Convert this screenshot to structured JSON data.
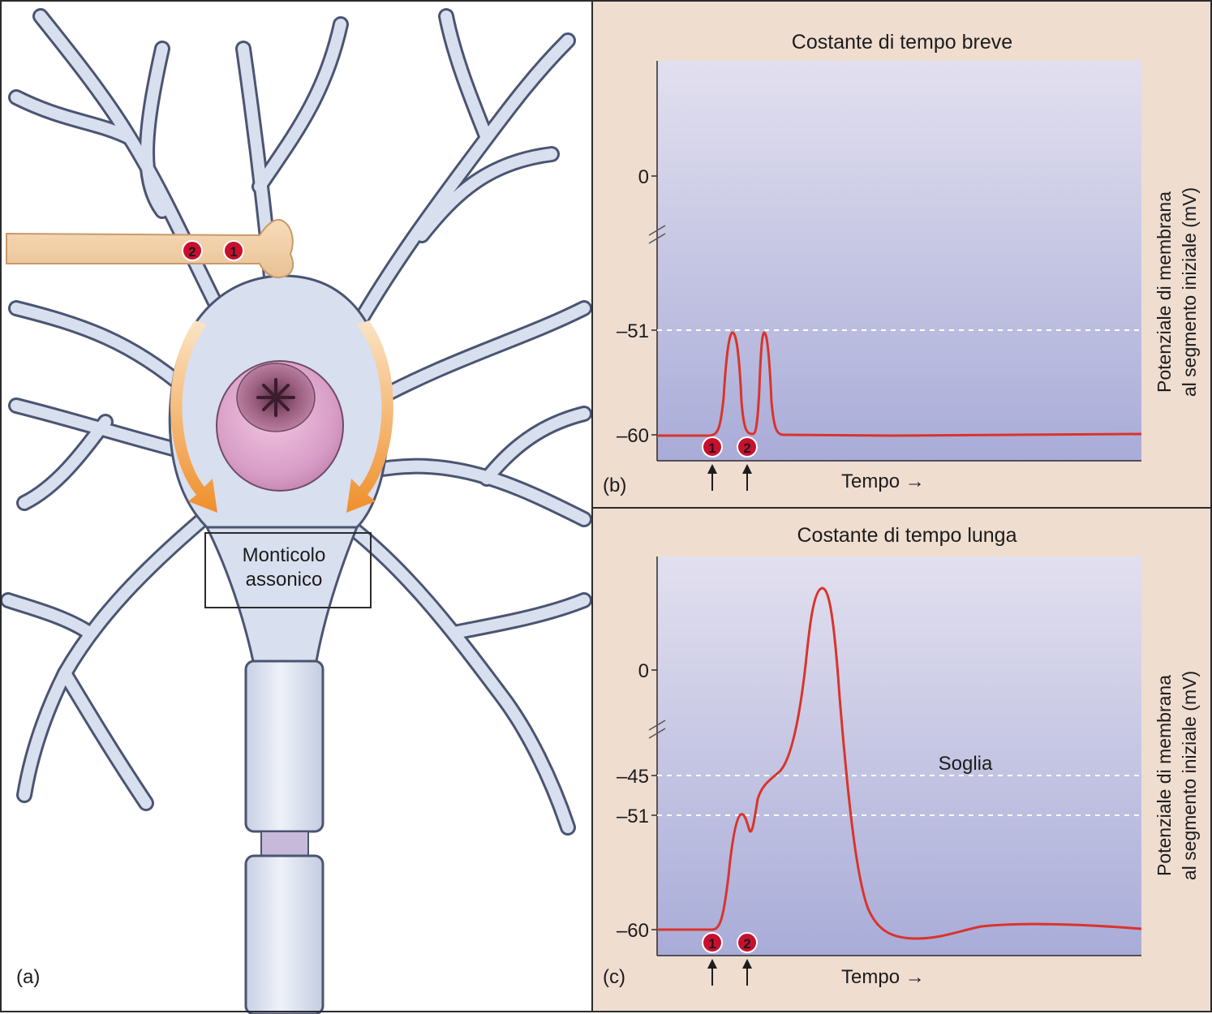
{
  "panel_a": {
    "letter": "(a)",
    "hillock_label_line1": "Monticolo",
    "hillock_label_line2": "assonico",
    "presynaptic_markers": [
      "2",
      "1"
    ]
  },
  "panel_b": {
    "letter": "(b)",
    "title": "Costante di tempo breve",
    "y_label_line1": "Potenziale di membrana",
    "y_label_line2": "al segmento iniziale (mV)",
    "x_label": "Tempo →",
    "y_ticks": [
      "0",
      "–51",
      "–60"
    ],
    "stimulus_markers": [
      "1",
      "2"
    ]
  },
  "panel_c": {
    "letter": "(c)",
    "title": "Costante di tempo lunga",
    "y_label_line1": "Potenziale di membrana",
    "y_label_line2": "al segmento iniziale (mV)",
    "x_label": "Tempo →",
    "y_ticks": [
      "0",
      "–45",
      "–51",
      "–60"
    ],
    "threshold_label": "Soglia",
    "stimulus_markers": [
      "1",
      "2"
    ]
  },
  "colors": {
    "neuron_fill": "#d8dfee",
    "neuron_outline": "#4a5572",
    "presynaptic_axon": "#f3d3ad",
    "marker_red": "#c8102e",
    "trace_red": "#d9342b",
    "panel_background": "#efddd0",
    "plot_top": "#dcdcec",
    "plot_bottom": "#a9add8",
    "arrow_orange": "#f2a54a"
  }
}
